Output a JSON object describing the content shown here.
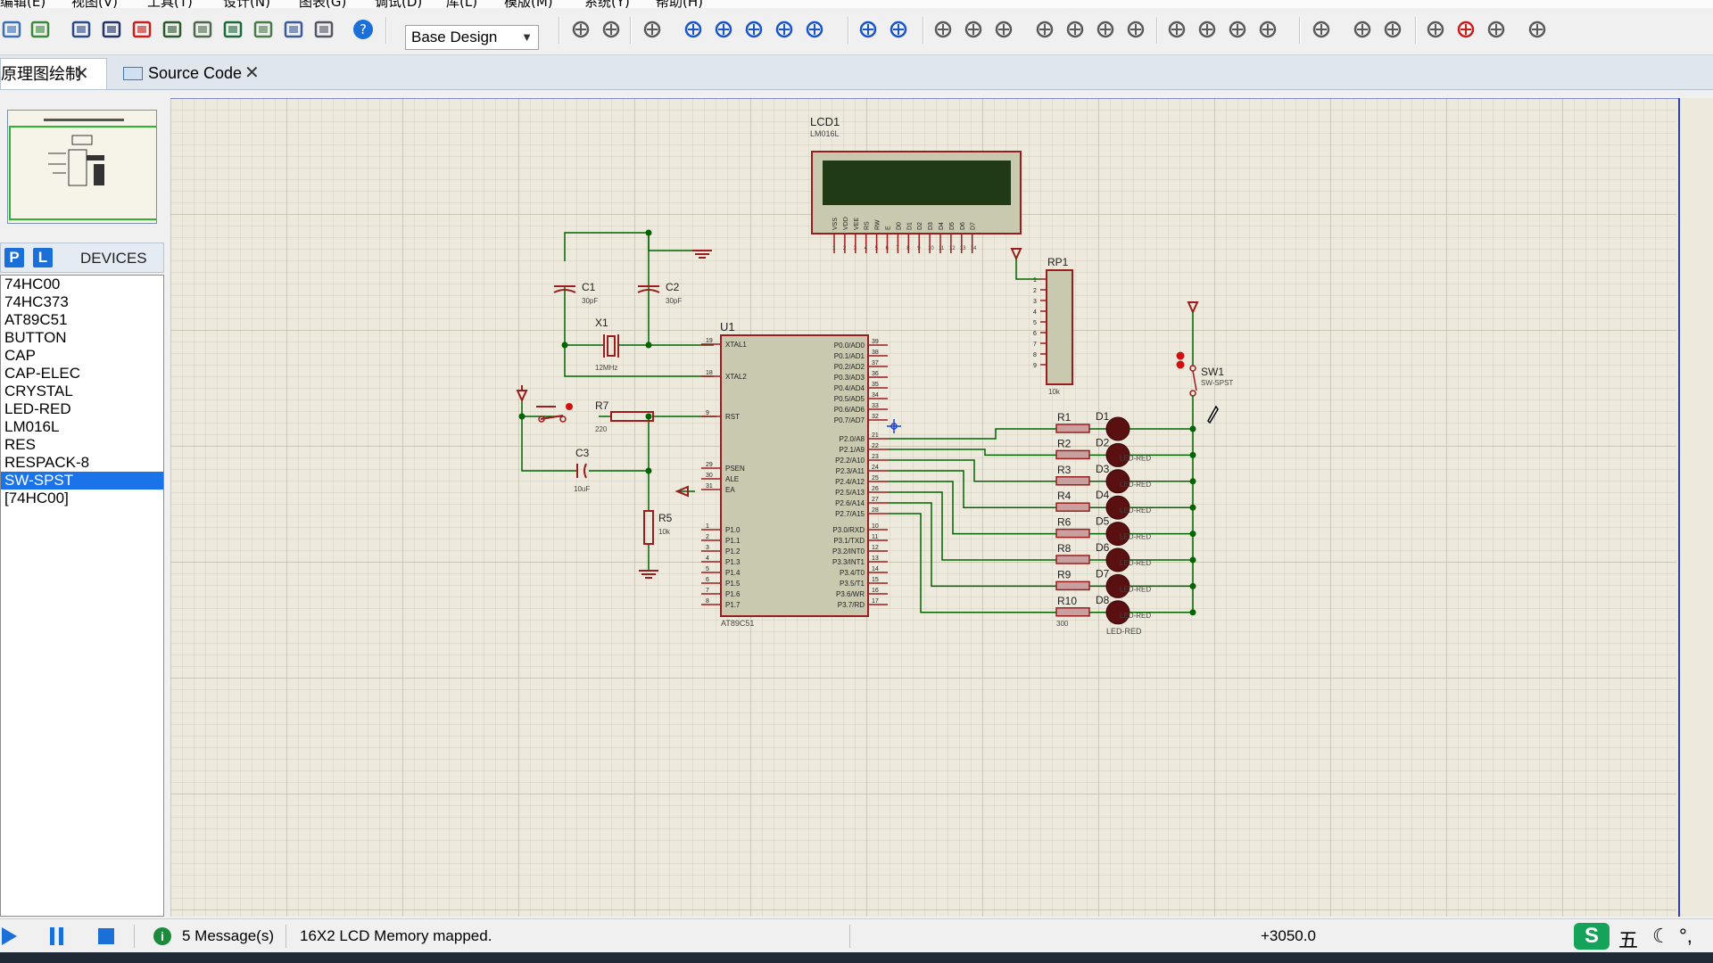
{
  "menu": {
    "items": [
      "编辑(E)",
      "视图(V)",
      "工具(T)",
      "设计(N)",
      "图表(G)",
      "调试(D)",
      "库(L)",
      "模版(M)",
      "系统(Y)",
      "帮助(H)"
    ]
  },
  "toolbar": {
    "design_select": "Base Design"
  },
  "tabs": [
    {
      "label": "原理图绘制",
      "active": true
    },
    {
      "label": "Source Code",
      "active": false
    }
  ],
  "devices_panel": {
    "p_button": "P",
    "l_button": "L",
    "title": "DEVICES",
    "items": [
      "74HC00",
      "74HC373",
      "AT89C51",
      "BUTTON",
      "CAP",
      "CAP-ELEC",
      "CRYSTAL",
      "LED-RED",
      "LM016L",
      "RES",
      "RESPACK-8",
      "SW-SPST",
      "[74HC00]"
    ],
    "selected": "SW-SPST"
  },
  "schematic": {
    "lcd": {
      "ref": "LCD1",
      "part": "LM016L",
      "pins": [
        "VSS",
        "VDD",
        "VEE",
        "RS",
        "RW",
        "E",
        "D0",
        "D1",
        "D2",
        "D3",
        "D4",
        "D5",
        "D6",
        "D7"
      ]
    },
    "mcu": {
      "ref": "U1",
      "part": "AT89C51",
      "left_pins": [
        [
          "19",
          "XTAL1"
        ],
        [
          "18",
          "XTAL2"
        ],
        [
          "9",
          "RST"
        ],
        [
          "29",
          "PSEN"
        ],
        [
          "30",
          "ALE"
        ],
        [
          "31",
          "EA"
        ],
        [
          "1",
          "P1.0"
        ],
        [
          "2",
          "P1.1"
        ],
        [
          "3",
          "P1.2"
        ],
        [
          "4",
          "P1.3"
        ],
        [
          "5",
          "P1.4"
        ],
        [
          "6",
          "P1.5"
        ],
        [
          "7",
          "P1.6"
        ],
        [
          "8",
          "P1.7"
        ]
      ],
      "right_pins": [
        [
          "39",
          "P0.0/AD0"
        ],
        [
          "38",
          "P0.1/AD1"
        ],
        [
          "37",
          "P0.2/AD2"
        ],
        [
          "36",
          "P0.3/AD3"
        ],
        [
          "35",
          "P0.4/AD4"
        ],
        [
          "34",
          "P0.5/AD5"
        ],
        [
          "33",
          "P0.6/AD6"
        ],
        [
          "32",
          "P0.7/AD7"
        ],
        [
          "21",
          "P2.0/A8"
        ],
        [
          "22",
          "P2.1/A9"
        ],
        [
          "23",
          "P2.2/A10"
        ],
        [
          "24",
          "P2.3/A11"
        ],
        [
          "25",
          "P2.4/A12"
        ],
        [
          "26",
          "P2.5/A13"
        ],
        [
          "27",
          "P2.6/A14"
        ],
        [
          "28",
          "P2.7/A15"
        ],
        [
          "10",
          "P3.0/RXD"
        ],
        [
          "11",
          "P3.1/TXD"
        ],
        [
          "12",
          "P3.2/INT0"
        ],
        [
          "13",
          "P3.3/INT1"
        ],
        [
          "14",
          "P3.4/T0"
        ],
        [
          "15",
          "P3.5/T1"
        ],
        [
          "16",
          "P3.6/WR"
        ],
        [
          "17",
          "P3.7/RD"
        ]
      ]
    },
    "c1": {
      "ref": "C1",
      "value": "30pF"
    },
    "c2": {
      "ref": "C2",
      "value": "30pF"
    },
    "x1": {
      "ref": "X1",
      "value": "12MHz"
    },
    "r7": {
      "ref": "R7",
      "value": "220"
    },
    "c3": {
      "ref": "C3",
      "value": "10uF"
    },
    "r5": {
      "ref": "R5",
      "value": "10k"
    },
    "rp1": {
      "ref": "RP1",
      "value": "10k",
      "pins": [
        "1",
        "2",
        "3",
        "4",
        "5",
        "6",
        "7",
        "8",
        "9"
      ]
    },
    "sw1": {
      "ref": "SW1",
      "part": "SW-SPST"
    },
    "resistors": [
      "R1",
      "R2",
      "R3",
      "R4",
      "R5",
      "R6",
      "R7",
      "R8",
      "R9",
      "R10"
    ],
    "resistor_row_refs": [
      "R1",
      "R2",
      "R3",
      "R4",
      "R6",
      "R8",
      "R9",
      "R10"
    ],
    "resistor_value": "300",
    "leds": [
      "D1",
      "D2",
      "D3",
      "D4",
      "D5",
      "D6",
      "D7",
      "D8"
    ],
    "led_label": "LED-RED",
    "led_row_labels": [
      "",
      "LED-RED",
      "LED-RED",
      "LED-RED",
      "LED-RED",
      "LED-RED",
      "LED-RED",
      "LED-RED"
    ]
  },
  "status": {
    "messages": "5 Message(s)",
    "info": "16X2 LCD Memory mapped.",
    "coordinate": "+3050.0",
    "ime": "五"
  },
  "colors": {
    "wire": "#006400",
    "component": "#9b1c1c",
    "mcu_fill": "#c9c9b0",
    "grid_bg": "#ede9dc",
    "led": "#5a1010"
  }
}
